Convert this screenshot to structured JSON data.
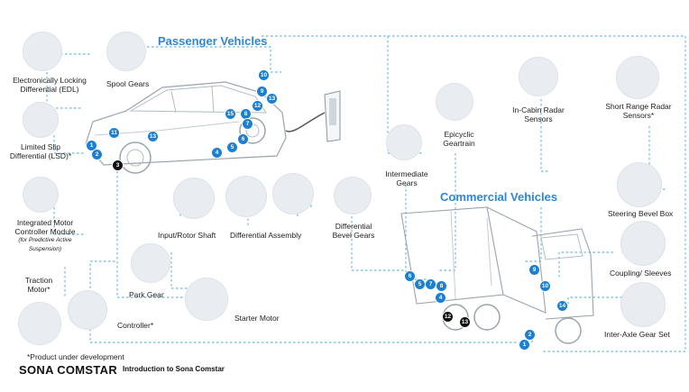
{
  "titles": {
    "passenger": "Passenger Vehicles",
    "commercial": "Commercial Vehicles"
  },
  "labels": {
    "edl": "Electronically Locking Differential (EDL)",
    "spool": "Spool Gears",
    "lsd": "Limited Slip Differential (LSD)*",
    "imcm_main": "Integrated Motor Controller Module",
    "imcm_sub": "(for Predictive Active Suspension)",
    "traction": "Traction Motor*",
    "controller": "Controller*",
    "starter": "Starter Motor",
    "park": "Park Gear",
    "input": "Input/Rotor Shaft",
    "diffasm": "Differential Assembly",
    "diffbevel": "Differential Bevel Gears",
    "intermediate": "Intermediate Gears",
    "epicyclic": "Epicyclic Geartrain",
    "incabin": "In-Cabin Radar Sensors",
    "shortrange": "Short Range Radar Sensors*",
    "steering": "Steering Bevel Box",
    "coupling": "Coupling/ Sleeves",
    "interaxle": "Inter-Axle Gear Set"
  },
  "car_numbers": [
    "10",
    "9",
    "13",
    "12",
    "15",
    "8",
    "7",
    "11",
    "13",
    "1",
    "2",
    "3",
    "4",
    "5",
    "6"
  ],
  "truck_numbers": [
    "6",
    "5",
    "7",
    "8",
    "4",
    "9",
    "10",
    "14",
    "12",
    "13",
    "2",
    "1"
  ],
  "footer": {
    "note": "*Product under development",
    "brand": "SONA COMSTAR",
    "intro": "Introduction to Sona Comstar"
  },
  "colors": {
    "accent": "#2e86d4",
    "marker": "#1c7fd0",
    "dark_marker": "#111111"
  }
}
